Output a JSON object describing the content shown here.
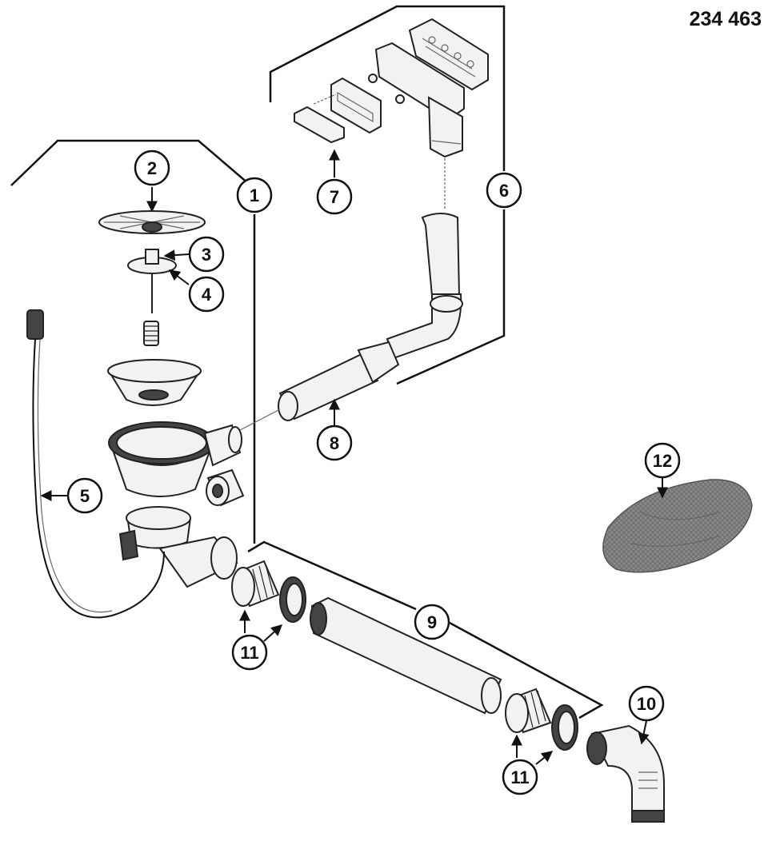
{
  "article_number": "234 463",
  "callouts": {
    "c1": "1",
    "c2": "2",
    "c3": "3",
    "c4": "4",
    "c5": "5",
    "c6": "6",
    "c7": "7",
    "c8": "8",
    "c9": "9",
    "c10": "10",
    "c11a": "11",
    "c11b": "11",
    "c12": "12"
  }
}
